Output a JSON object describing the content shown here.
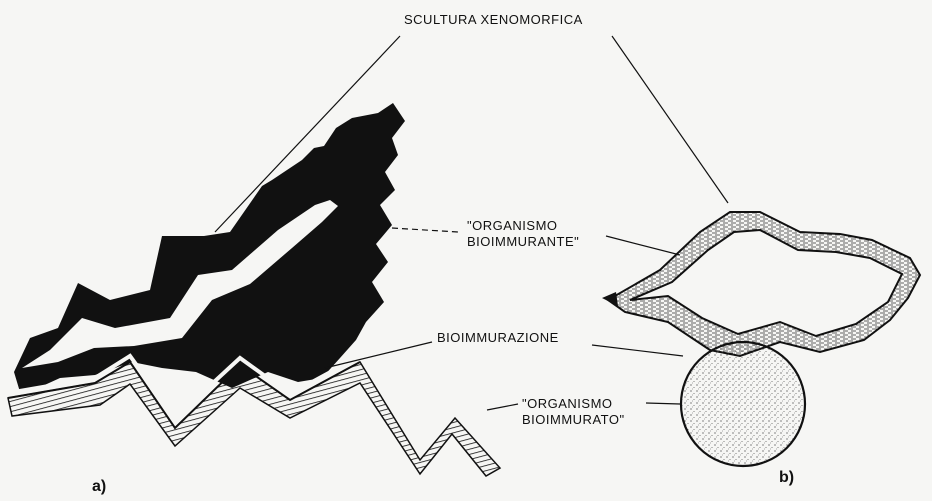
{
  "labels": {
    "scultura": "SCULTURA  XENOMORFICA",
    "bioimmurante_1": "\"ORGANISMO",
    "bioimmurante_2": "BIOIMMURANTE\"",
    "bioimmurazione": "BIOIMMURAZIONE",
    "bioimmurato_1": "\"ORGANISMO",
    "bioimmurato_2": "BIOIMMURATO\""
  },
  "panels": {
    "a": "a)",
    "b": "b)"
  }
}
